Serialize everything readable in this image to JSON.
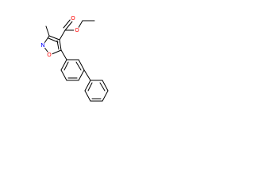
{
  "structure": {
    "atoms": [
      {
        "id": "o_ester_carbonyl",
        "symbol": "O",
        "color": "#ff0000"
      },
      {
        "id": "o_ester_ether",
        "symbol": "O",
        "color": "#ff0000"
      },
      {
        "id": "n_ring",
        "symbol": "N",
        "color": "#0000ff"
      },
      {
        "id": "o_ring",
        "symbol": "O",
        "color": "#ff0000"
      }
    ]
  },
  "colors": {
    "bond": "#000000",
    "oxygen": "#ff0000",
    "nitrogen": "#0000ff"
  }
}
